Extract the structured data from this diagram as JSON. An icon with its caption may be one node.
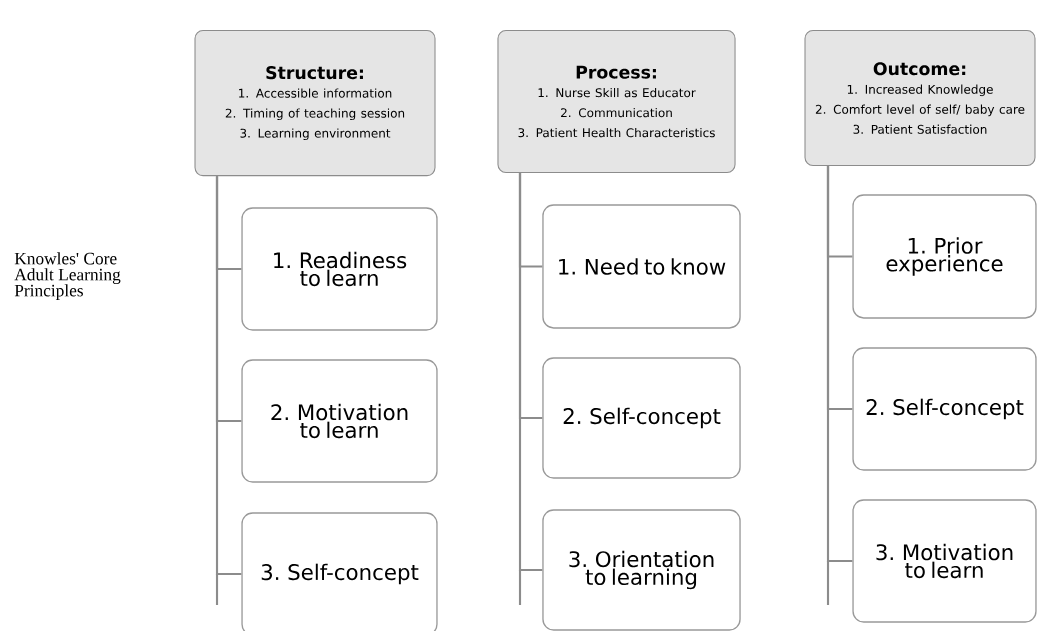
{
  "diagram": {
    "nodes": [
      {
        "text": [
          "Structure:",
          "1. Accessible information",
          "2. Timing of teaching session",
          "3. Learning environment"
        ]
      },
      {
        "text": [
          "1. Readiness to learn"
        ]
      },
      {
        "text": [
          "2. Motivation to learn"
        ]
      },
      {
        "text": [
          "3. Self-concept"
        ]
      },
      {
        "text": [
          "Process:",
          "1. Nurse Skill as Educator",
          "2. Communication",
          "3. Patient Health Characteristics"
        ]
      },
      {
        "text": [
          "1. Need to know"
        ]
      },
      {
        "text": [
          "2. Self-concept"
        ]
      },
      {
        "text": [
          "3. Orientation to learning"
        ]
      },
      {
        "text": [
          "Outcome:",
          "1. Increased Knowledge",
          "2. Comfort level of self/ baby care",
          "3. Patient Satisfaction"
        ]
      },
      {
        "text": [
          "1. Prior experience"
        ]
      },
      {
        "text": [
          "2. Self-concept"
        ]
      },
      {
        "text": [
          "3. Motivation to learn"
        ]
      }
    ],
    "edges": [
      {
        "from": 0,
        "to": 1,
        "arrow": "none"
      },
      {
        "from": 0,
        "to": 2,
        "arrow": "none"
      },
      {
        "from": 0,
        "to": 3,
        "arrow": "none"
      },
      {
        "from": 4,
        "to": 5,
        "arrow": "none"
      },
      {
        "from": 4,
        "to": 6,
        "arrow": "none"
      },
      {
        "from": 4,
        "to": 7,
        "arrow": "none"
      },
      {
        "from": 8,
        "to": 9,
        "arrow": "none"
      },
      {
        "from": 8,
        "to": 10,
        "arrow": "none"
      },
      {
        "from": 8,
        "to": 11,
        "arrow": "none"
      }
    ],
    "labels": [
      "Knowles' Core Adult Learning Principles"
    ]
  }
}
